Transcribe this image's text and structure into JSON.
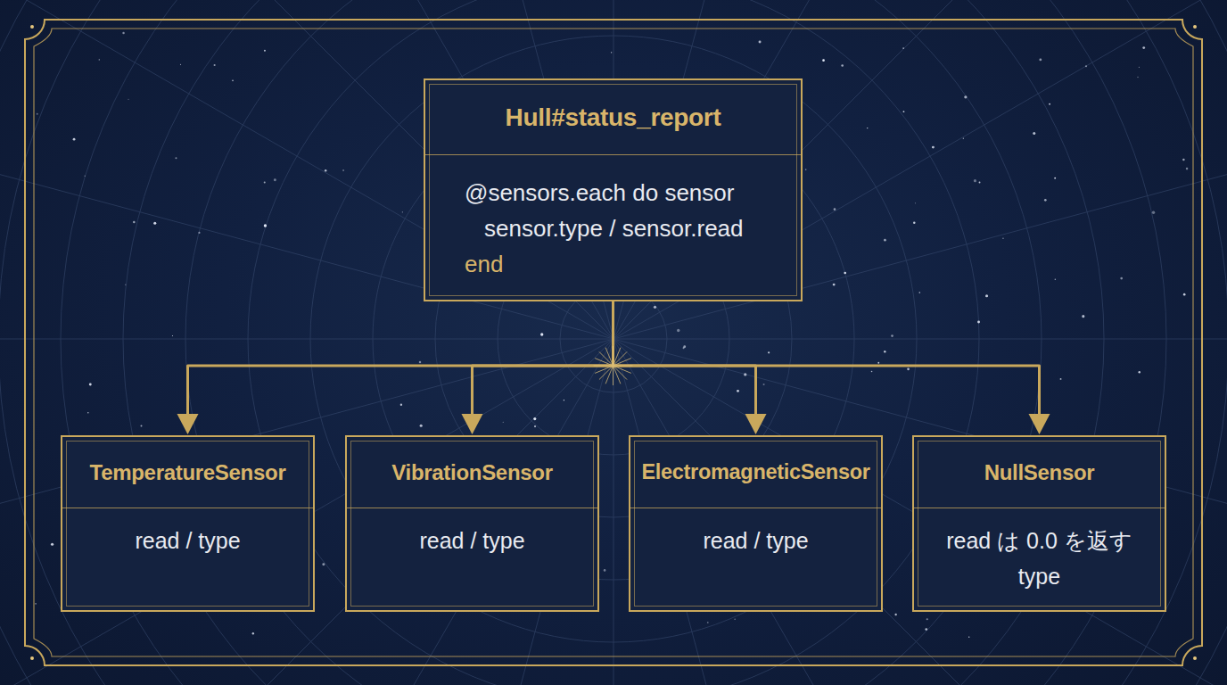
{
  "diagram": {
    "nodes": [
      {
        "text": [
          "Hull#status_report",
          "@sensors.each do sensor",
          "sensor.type / sensor.read",
          "end"
        ]
      },
      {
        "text": [
          "TemperatureSensor",
          "read / type"
        ]
      },
      {
        "text": [
          "VibrationSensor",
          "read / type"
        ]
      },
      {
        "text": [
          "ElectromagneticSensor",
          "read / type"
        ]
      },
      {
        "text": [
          "NullSensor",
          "read は 0.0 を返す",
          "type"
        ]
      }
    ],
    "edges": [
      {
        "from": 0,
        "to": 1,
        "arrow": "to"
      },
      {
        "from": 0,
        "to": 2,
        "arrow": "to"
      },
      {
        "from": 0,
        "to": 3,
        "arrow": "to"
      },
      {
        "from": 0,
        "to": 4,
        "arrow": "to"
      }
    ]
  }
}
